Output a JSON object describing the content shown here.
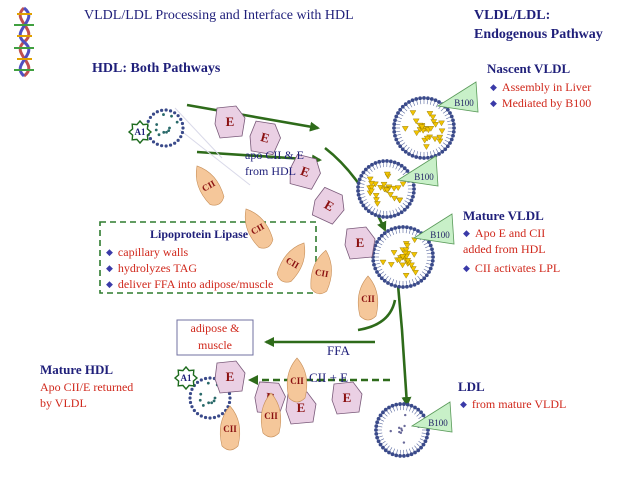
{
  "header": {
    "title": "VLDL/LDL Processing and Interface with HDL",
    "right_title_1": "VLDL/LDL:",
    "right_title_2": "Endogenous Pathway"
  },
  "hdl": {
    "heading": "HDL:  Both Pathways"
  },
  "nascent_vldl": {
    "heading": "Nascent VLDL",
    "items": [
      "Assembly in Liver",
      "Mediated by B100"
    ]
  },
  "mature_vldl": {
    "heading": "Mature VLDL",
    "items": [
      "Apo E and CII added from HDL",
      "CII activates LPL"
    ]
  },
  "lpl_box": {
    "heading": "Lipoprotein Lipase",
    "items": [
      "capillary walls",
      "hydrolyzes TAG",
      "deliver FFA into adipose/muscle"
    ]
  },
  "adipose_box": {
    "line1": "adipose &",
    "line2": "muscle"
  },
  "labels": {
    "apo_from_hdl_1": "apo CII & E",
    "apo_from_hdl_2": "from HDL",
    "ffa": "FFA",
    "cii_e_return": "CII + E"
  },
  "mature_hdl": {
    "heading": "Mature HDL",
    "line1": "Apo CII/E returned",
    "line2": "by VLDL"
  },
  "ldl": {
    "heading": "LDL",
    "items": [
      "from mature VLDL"
    ]
  },
  "glyphs": {
    "apoE": "E",
    "apoCII": "CII",
    "apoA1": "A1",
    "b100": "B100"
  },
  "colors": {
    "navy": "#1f1f7a",
    "red": "#d0281c",
    "arrow_green": "#2e6b1a",
    "apo_fill": "#ead0e4",
    "cii_fill": "#f5c79a",
    "b100_fill": "#c8f0c8",
    "a1_outline": "#1e6b1e",
    "box_dash": "#2e7b2e"
  }
}
